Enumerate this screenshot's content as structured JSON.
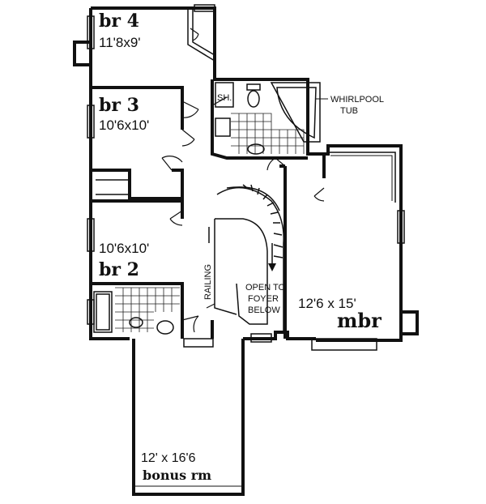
{
  "rooms": {
    "br4": {
      "name": "br 4",
      "dims": "11'8x9'"
    },
    "br3": {
      "name": "br 3",
      "dims": "10'6x10'"
    },
    "br2": {
      "name": "br 2",
      "dims": "10'6x10'"
    },
    "mbr": {
      "name": "mbr",
      "dims": "12'6 x 15'"
    },
    "bonus": {
      "name": "bonus rm",
      "dims": "12' x 16'6"
    }
  },
  "labels": {
    "shower": "SH.",
    "whirlpool_line1": "WHIRLPOOL",
    "whirlpool_line2": "TUB",
    "railing": "RAILING",
    "open_line1": "OPEN TO",
    "open_line2": "FOYER",
    "open_line3": "BELOW"
  }
}
